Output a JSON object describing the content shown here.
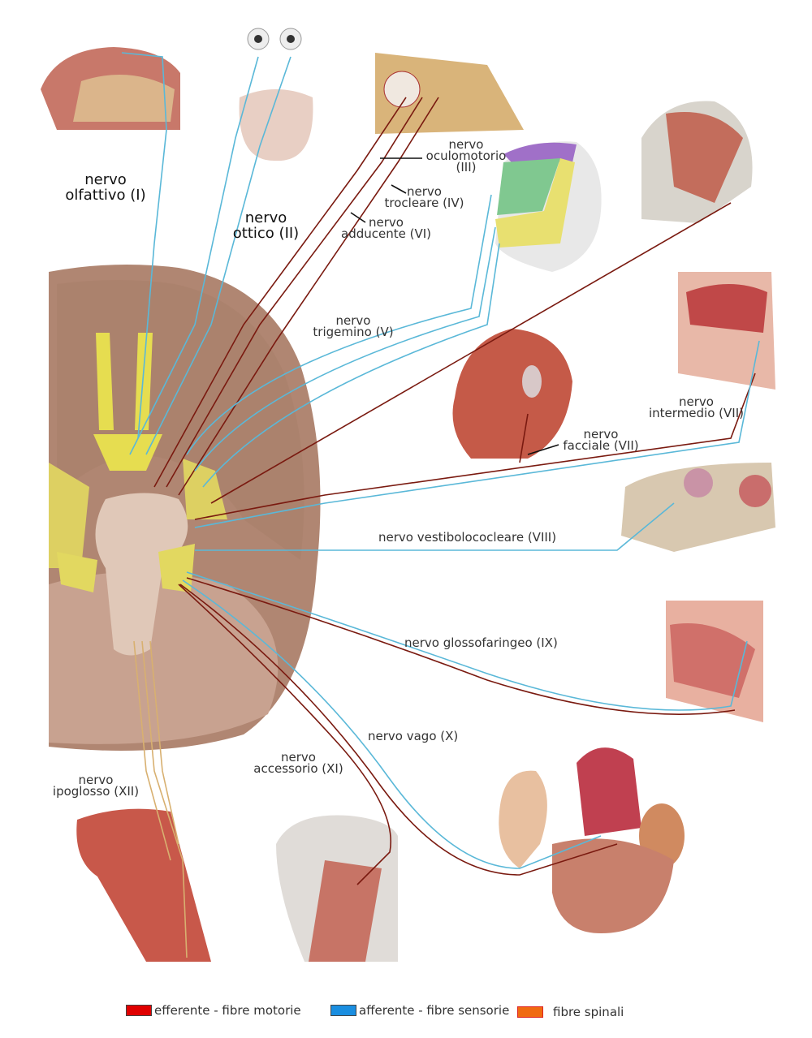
{
  "labels": {
    "olfactory": [
      "nervo",
      "olfattivo (I)"
    ],
    "optic": [
      "nervo",
      "ottico (II)"
    ],
    "oculomotor": [
      "nervo",
      "oculomotorio",
      "(III)"
    ],
    "trochlear": [
      "nervo",
      "trocleare (IV)"
    ],
    "abducens": [
      "nervo",
      "adducente (VI)"
    ],
    "trigeminal": [
      "nervo",
      "trigemino (V)"
    ],
    "intermediate": [
      "nervo",
      "intermedio (VII)"
    ],
    "facial": [
      "nervo",
      "facciale (VII)"
    ],
    "vestibulocochlear": "nervo vestibolococleare (VIII)",
    "glossopharyngeal": "nervo glossofaringeo (IX)",
    "vagus": "nervo vago (X)",
    "accessory": [
      "nervo",
      "accessorio (XI)"
    ],
    "hypoglossal": [
      "nervo",
      "ipoglosso (XII)"
    ]
  },
  "legend": [
    {
      "label": "efferente - fibre motorie",
      "color": "#e00000"
    },
    {
      "label": "afferente - fibre sensorie",
      "color": "#1a8ee0"
    },
    {
      "label": "fibre spinali",
      "color": "#f06a10"
    }
  ],
  "colors": {
    "motor": "#7a1a10",
    "sensory": "#5ab8d8",
    "spinal": "#d8b070",
    "brain": "#b58c78",
    "nerve_yellow": "#e6dd50"
  }
}
